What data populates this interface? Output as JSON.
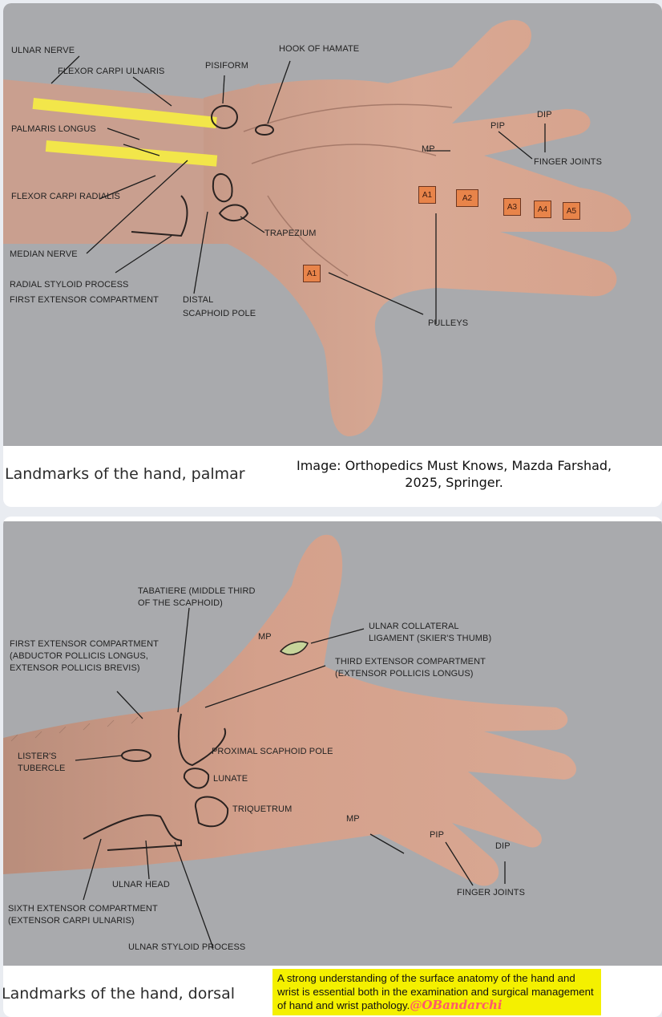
{
  "palmar": {
    "labels": {
      "ulnar_nerve": "ULNAR NERVE",
      "flexor_carpi_ulnaris": "FLEXOR CARPI ULNARIS",
      "pisiform": "PISIFORM",
      "hook_of_hamate": "HOOK OF HAMATE",
      "palmaris_longus": "PALMARIS LONGUS",
      "flexor_carpi_radialis": "FLEXOR CARPI RADIALIS",
      "median_nerve": "MEDIAN NERVE",
      "radial_styloid_line1": "RADIAL STYLOID PROCESS",
      "radial_styloid_line2": "FIRST EXTENSOR COMPARTMENT",
      "distal_scaphoid_line1": "DISTAL",
      "distal_scaphoid_line2": "SCAPHOID POLE",
      "trapezium": "TRAPEZIUM",
      "mp": "MP",
      "pip": "PIP",
      "dip": "DIP",
      "finger_joints": "FINGER JOINTS",
      "pulleys": "PULLEYS"
    },
    "pulleys": [
      "A1",
      "A2",
      "A3",
      "A4",
      "A5"
    ],
    "thumb_pulley": "A1",
    "caption": "Landmarks of the hand, palmar",
    "credit": "Image: Orthopedics Must Knows, Mazda Farshad,\n2025, Springer."
  },
  "dorsal": {
    "labels": {
      "tabatiere": "TABATIERE (MIDDLE THIRD\nOF THE SCAPHOID)",
      "mp_thumb": "MP",
      "ulnar_collateral": "ULNAR COLLATERAL\nLIGAMENT (SKIER'S THUMB)",
      "first_extensor": "FIRST EXTENSOR COMPARTMENT\n(ABDUCTOR POLLICIS LONGUS,\nEXTENSOR POLLICIS BREVIS)",
      "third_extensor": "THIRD EXTENSOR COMPARTMENT\n(EXTENSOR POLLICIS LONGUS)",
      "listers": "LISTER'S\nTUBERCLE",
      "proximal_scaphoid": "PROXIMAL SCAPHOID POLE",
      "lunate": "LUNATE",
      "triquetrum": "TRIQUETRUM",
      "mp": "MP",
      "pip": "PIP",
      "dip": "DIP",
      "finger_joints": "FINGER JOINTS",
      "ulnar_head": "ULNAR HEAD",
      "sixth_extensor": "SIXTH EXTENSOR COMPARTMENT\n(EXTENSOR CARPI ULNARIS)",
      "ulnar_styloid": "ULNAR STYLOID PROCESS"
    },
    "caption": "Landmarks of the hand, dorsal"
  },
  "note": {
    "text": "A strong understanding of the surface anatomy of the hand and wrist is essential both in the examination and surgical management of hand and wrist pathology.",
    "handle": "@OBandarchi"
  }
}
